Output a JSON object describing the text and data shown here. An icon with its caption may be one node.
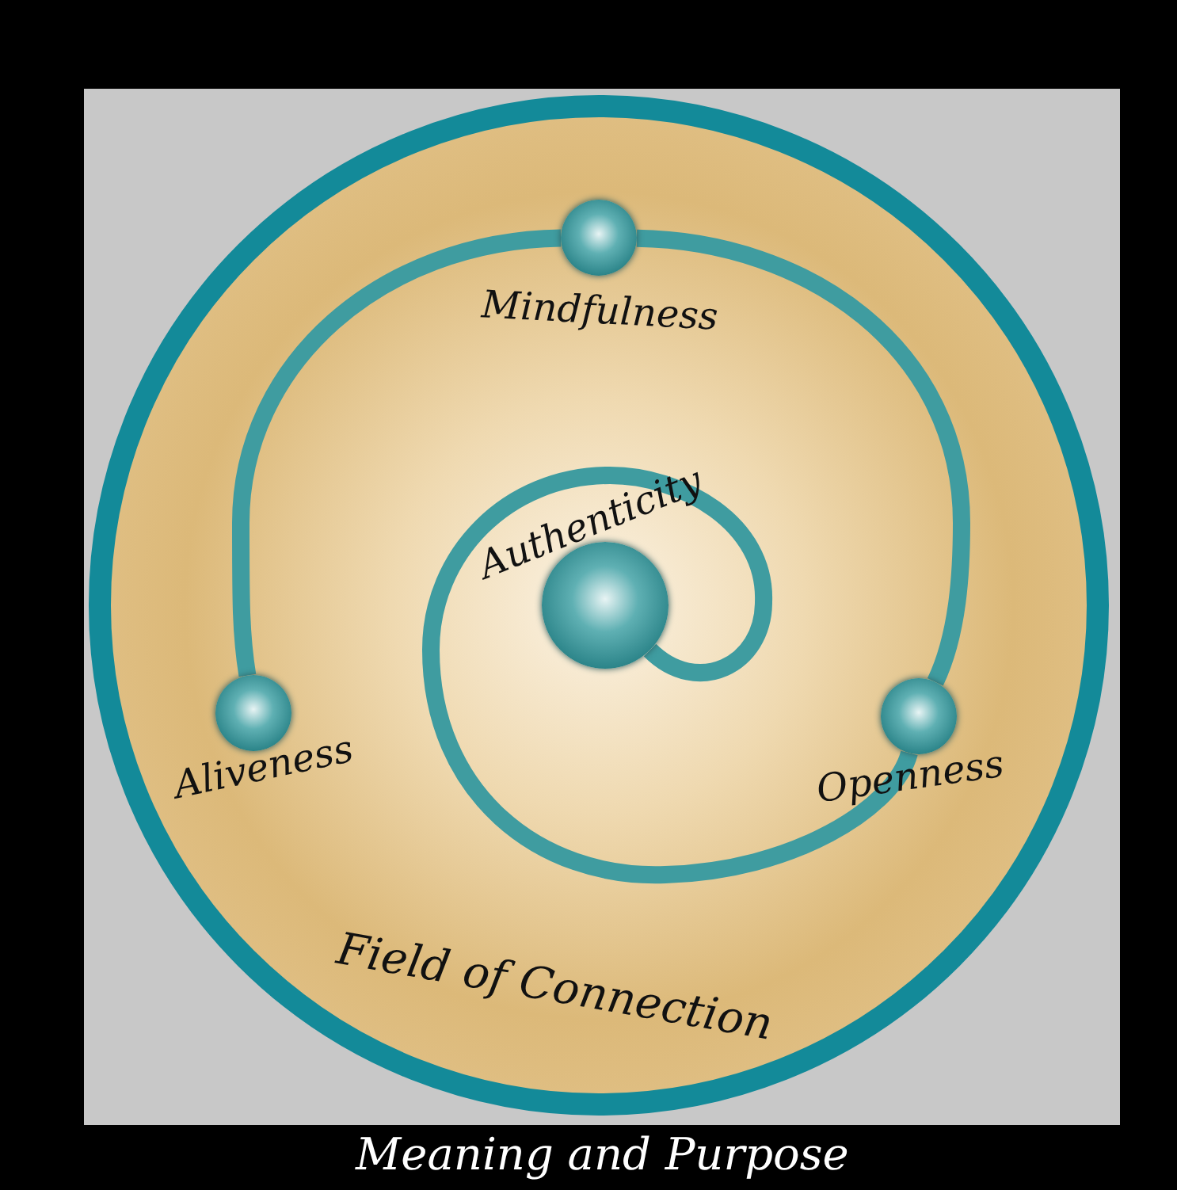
{
  "diagram": {
    "nodes": [
      {
        "text": [
          "Meaning and Purpose"
        ]
      },
      {
        "text": [
          "Field of Connection"
        ],
        "in": 0
      },
      {
        "text": [
          "Mindfulness"
        ],
        "in": 1
      },
      {
        "text": [
          "Authenticity"
        ],
        "in": 1
      },
      {
        "text": [
          "Aliveness"
        ],
        "in": 1
      },
      {
        "text": [
          "Openness"
        ],
        "in": 1
      }
    ],
    "edges": [
      {
        "from": 3,
        "to": 5,
        "arrow": "none"
      },
      {
        "from": 5,
        "to": 2,
        "arrow": "none"
      },
      {
        "from": 2,
        "to": 4,
        "arrow": "none"
      }
    ]
  }
}
